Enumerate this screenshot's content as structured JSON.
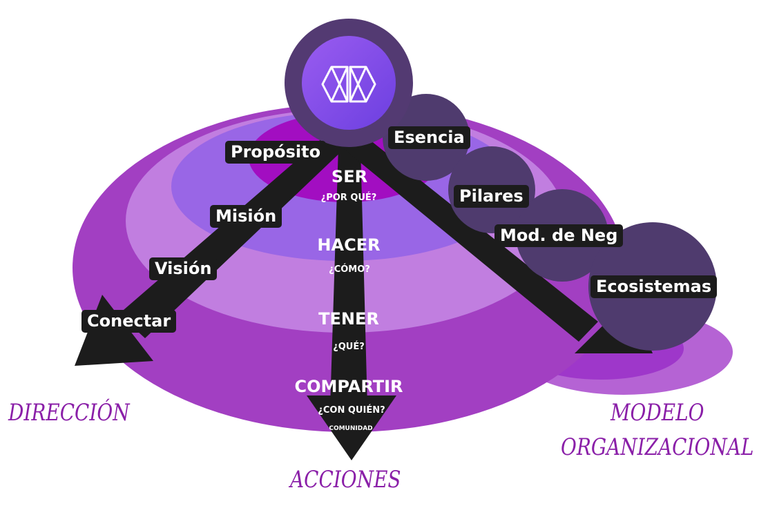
{
  "logo": {
    "icon": "interlocking-diamond-logo-icon"
  },
  "rings": [
    {
      "word": "SER",
      "question": "¿POR QUÉ?"
    },
    {
      "word": "HACER",
      "question": "¿CÓMO?"
    },
    {
      "word": "TENER",
      "question": "¿QUÉ?"
    },
    {
      "word": "COMPARTIR",
      "question": "¿CON QUIÉN?",
      "note": "COMUNIDAD"
    }
  ],
  "direction_labels": [
    "Propósito",
    "Misión",
    "Visión",
    "Conectar"
  ],
  "organization_labels": [
    "Esencia",
    "Pilares",
    "Mod. de Neg",
    "Ecosistemas"
  ],
  "categories": {
    "left": "DIRECCIÓN",
    "center": "ACCIONES",
    "right_line1": "MODELO",
    "right_line2": "ORGANIZACIONAL"
  },
  "colors": {
    "outer": "#a23fc2",
    "ring2": "#c17ee0",
    "ring3": "#9966e6",
    "core": "#a20ec1",
    "bubble": "#4f3b6e",
    "arrow": "#1c1c1c",
    "category": "#8a1fa8"
  }
}
